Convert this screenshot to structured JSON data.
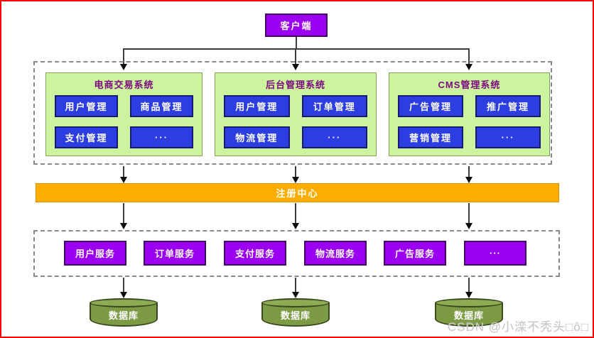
{
  "diagram": {
    "client_label": "客户端",
    "registry_label": "注册中心",
    "systems": [
      {
        "title": "电商交易系统",
        "modules": [
          "用户管理",
          "商品管理",
          "支付管理",
          "···"
        ]
      },
      {
        "title": "后台管理系统",
        "modules": [
          "用户管理",
          "订单管理",
          "物流管理",
          "···"
        ]
      },
      {
        "title": "CMS管理系统",
        "modules": [
          "广告管理",
          "推广管理",
          "营销管理",
          "···"
        ]
      }
    ],
    "services": [
      "用户服务",
      "订单服务",
      "支付服务",
      "物流服务",
      "广告服务",
      "···"
    ],
    "databases": [
      "数据库",
      "数据库",
      "数据库"
    ],
    "watermark": "CSDN @小滦不秃头□ô□",
    "colors": {
      "frame_red": "#ff0000",
      "node_purple": "#9c00f0",
      "panel_green": "#ccf49e",
      "module_blue": "#2d3ee0",
      "registry_orange": "#fbae00",
      "database_olive": "#7d9b45",
      "title_magenta": "#7c0a80"
    }
  }
}
